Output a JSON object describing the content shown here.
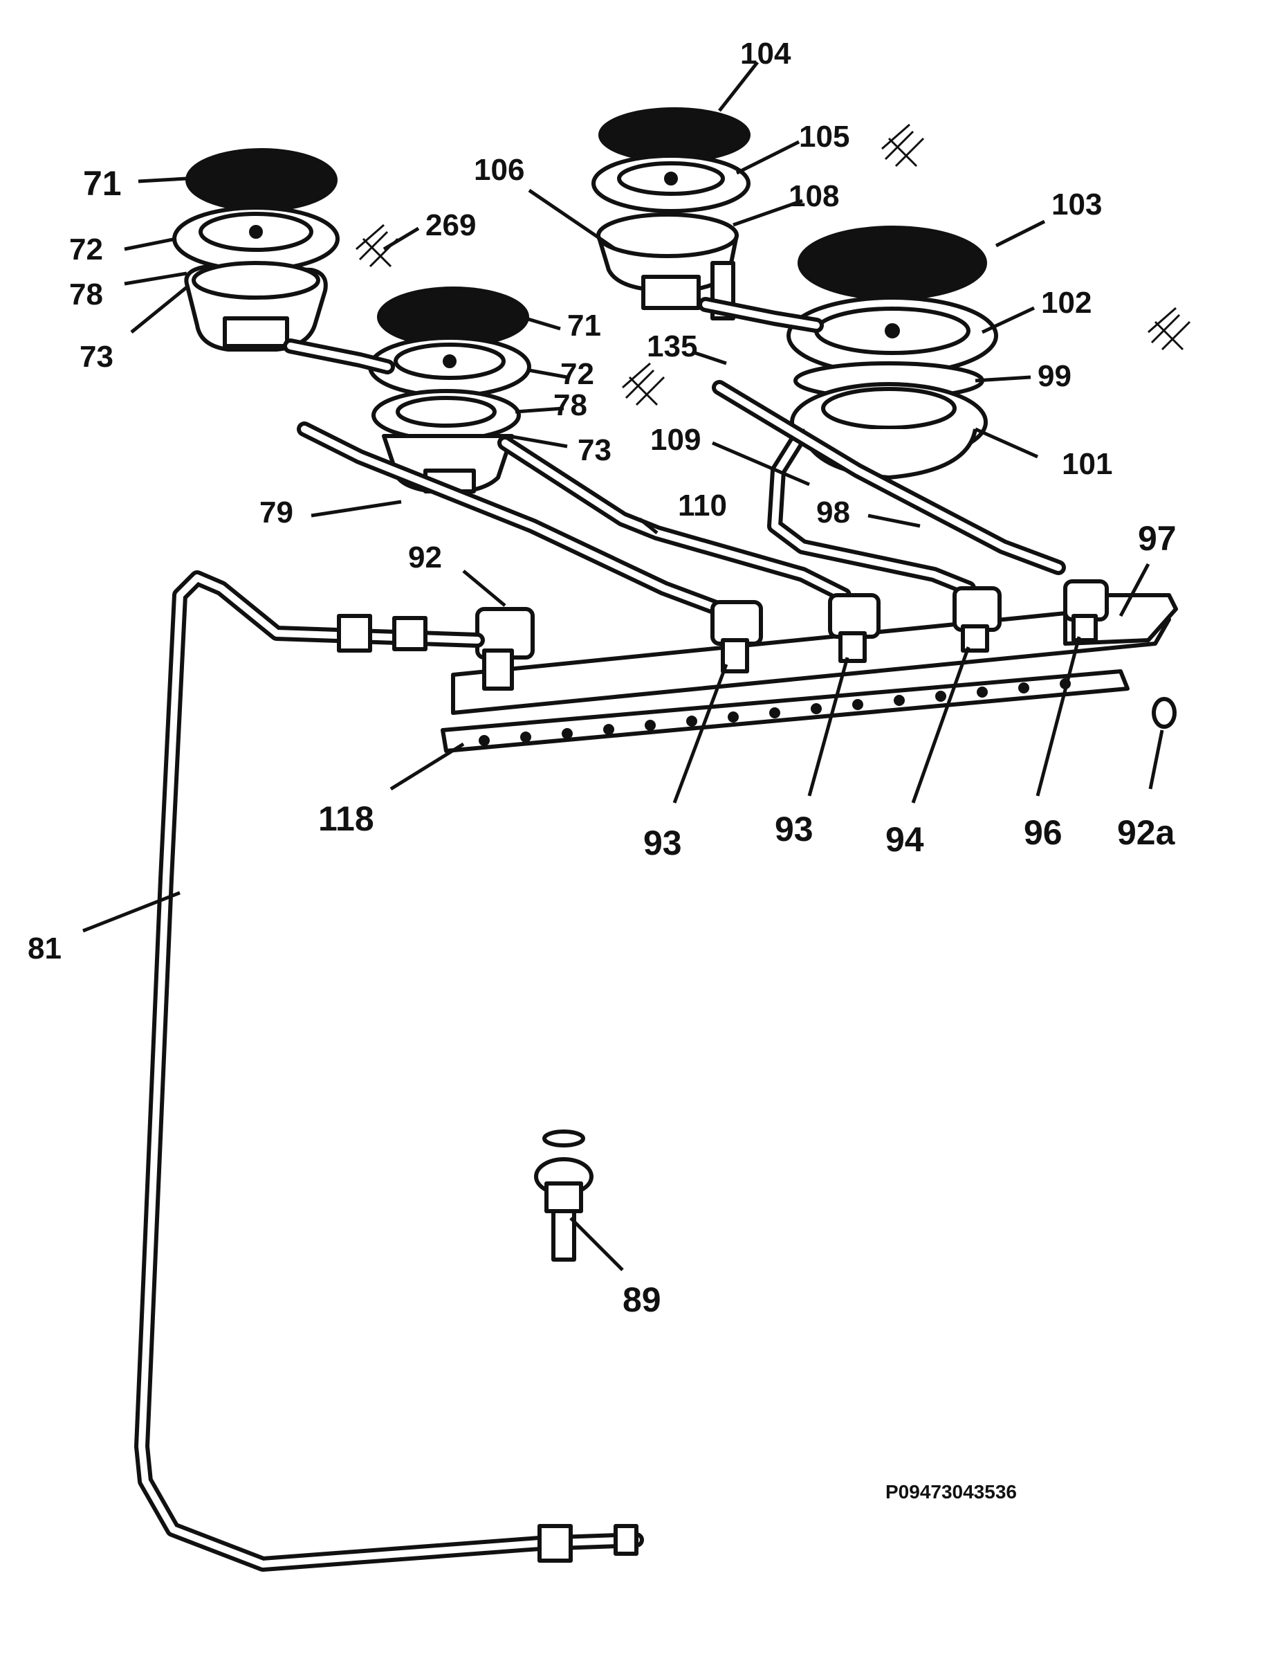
{
  "labels": {
    "l71a": "71",
    "l72a": "72",
    "l78a": "78",
    "l73a": "73",
    "l269": "269",
    "l104": "104",
    "l105": "105",
    "l106": "106",
    "l108": "108",
    "l103": "103",
    "l102": "102",
    "l71b": "71",
    "l72b": "72",
    "l78b": "78",
    "l73b": "73",
    "l135": "135",
    "l99": "99",
    "l101": "101",
    "l109": "109",
    "l110": "110",
    "l79": "79",
    "l98": "98",
    "l97": "97",
    "l92": "92",
    "l118": "118",
    "l93a": "93",
    "l93b": "93",
    "l94": "94",
    "l96": "96",
    "l92a": "92a",
    "l81": "81",
    "l89": "89"
  },
  "diagram_code": "P09473043536"
}
